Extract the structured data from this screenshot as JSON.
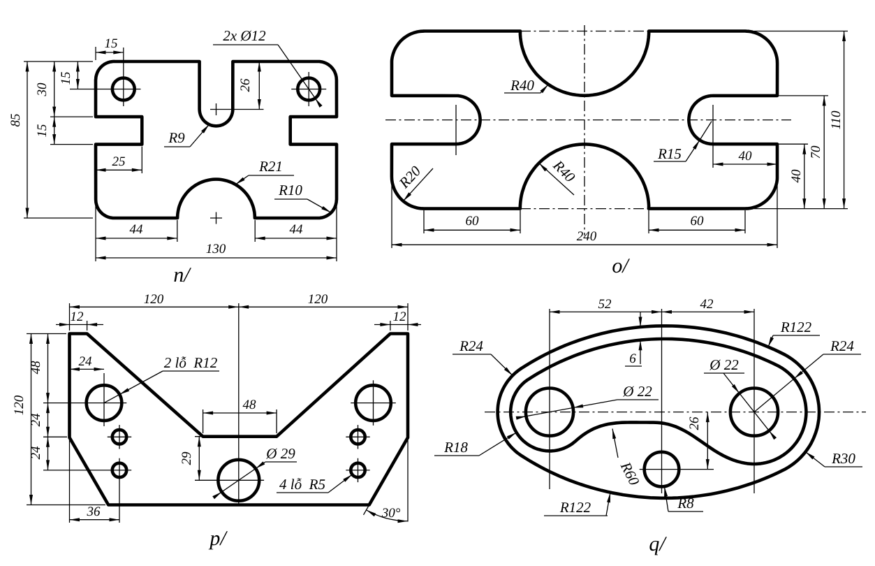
{
  "figure": {
    "background": "#ffffff",
    "stroke": "#000000",
    "title": "Dimensioned part drawing exercises"
  },
  "drawings": {
    "n": {
      "caption": "n/",
      "dims": {
        "top_offset": "15",
        "hole_note": "2x Ø12",
        "hole_top": "15",
        "notch_top": "30",
        "notch_height": "15",
        "height": "85",
        "slot_depth": "26",
        "slot_radius": "R9",
        "notch_depth": "25",
        "arc_radius": "R21",
        "corner_radius": "R10",
        "left_span": "44",
        "right_span": "44",
        "width": "130"
      }
    },
    "o": {
      "caption": "o/",
      "dims": {
        "top_notch_radius": "R40",
        "slot_radius": "R15",
        "slot_depth": "40",
        "corner_radius": "R20",
        "bottom_notch_radius": "R40",
        "height": "110",
        "slot_top": "70",
        "slot_bottom": "40",
        "left_span": "60",
        "right_span": "60",
        "width": "240"
      }
    },
    "p": {
      "caption": "p/",
      "dims": {
        "left_half": "120",
        "right_half": "120",
        "left_chamfer": "12",
        "right_chamfer": "12",
        "holes_note_r12": "2 lỗ  R12",
        "hole_col": "24",
        "hole_row": "48",
        "row2": "24",
        "row3": "24",
        "height": "120",
        "flat": "48",
        "hole_drop": "29",
        "center_hole": "Ø 29",
        "holes_note_r5": "4 lỗ  R5",
        "foot": "36",
        "angle": "30°"
      }
    },
    "q": {
      "caption": "q/",
      "dims": {
        "left_span": "52",
        "right_span": "42",
        "outer_top_radius": "R122",
        "cap_left": "R24",
        "cap_right_inner": "R24",
        "gap": "6",
        "hole_left": "Ø 22",
        "hole_right": "Ø 22",
        "ring_left": "R18",
        "drop": "26",
        "s_radius": "R60",
        "small_hole": "R8",
        "cap_right": "R30",
        "outer_bottom_radius": "R122"
      }
    }
  }
}
